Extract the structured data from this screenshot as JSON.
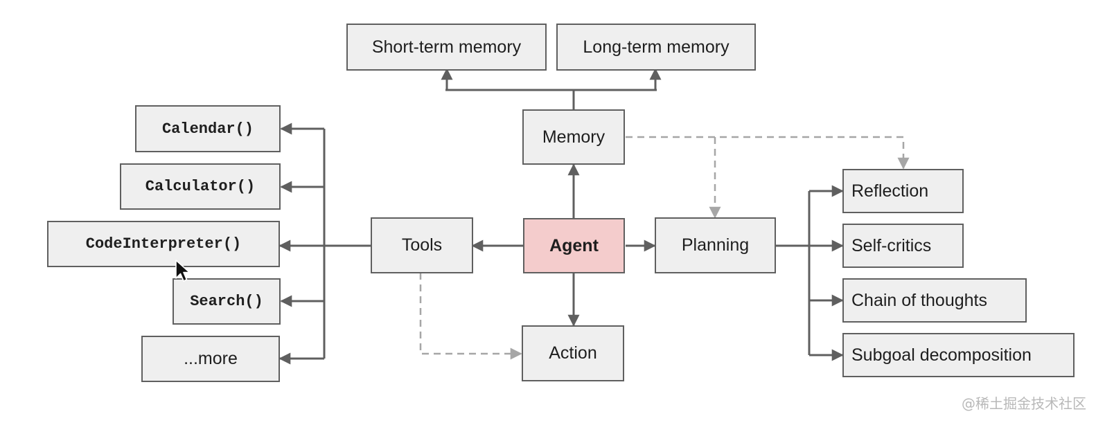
{
  "nodes": {
    "agent": "Agent",
    "tools": "Tools",
    "memory": "Memory",
    "planning": "Planning",
    "action": "Action",
    "short_term_memory": "Short-term memory",
    "long_term_memory": "Long-term memory",
    "calendar": "Calendar()",
    "calculator": "Calculator()",
    "code_interpreter": "CodeInterpreter()",
    "search": "Search()",
    "more": "...more",
    "reflection": "Reflection",
    "self_critics": "Self-critics",
    "chain_of_thoughts": "Chain of thoughts",
    "subgoal_decomposition": "Subgoal decomposition"
  },
  "edges": [
    {
      "from": "Agent",
      "to": "Tools",
      "style": "solid"
    },
    {
      "from": "Agent",
      "to": "Memory",
      "style": "solid"
    },
    {
      "from": "Agent",
      "to": "Planning",
      "style": "solid"
    },
    {
      "from": "Agent",
      "to": "Action",
      "style": "solid"
    },
    {
      "from": "Memory",
      "to": "Short-term memory",
      "style": "solid"
    },
    {
      "from": "Memory",
      "to": "Long-term memory",
      "style": "solid"
    },
    {
      "from": "Tools",
      "to": "Calendar()",
      "style": "solid"
    },
    {
      "from": "Tools",
      "to": "Calculator()",
      "style": "solid"
    },
    {
      "from": "Tools",
      "to": "CodeInterpreter()",
      "style": "solid"
    },
    {
      "from": "Tools",
      "to": "Search()",
      "style": "solid"
    },
    {
      "from": "Tools",
      "to": "...more",
      "style": "solid"
    },
    {
      "from": "Planning",
      "to": "Reflection",
      "style": "solid"
    },
    {
      "from": "Planning",
      "to": "Self-critics",
      "style": "solid"
    },
    {
      "from": "Planning",
      "to": "Chain of thoughts",
      "style": "solid"
    },
    {
      "from": "Planning",
      "to": "Subgoal decomposition",
      "style": "solid"
    },
    {
      "from": "Memory",
      "to": "Planning",
      "style": "dashed"
    },
    {
      "from": "Memory",
      "to": "Reflection",
      "style": "dashed"
    },
    {
      "from": "Tools",
      "to": "Action",
      "style": "dashed"
    }
  ],
  "colors": {
    "node_fill": "#efefef",
    "agent_fill": "#f4cccc",
    "border": "#5f5f5f",
    "solid_arrow": "#5f5f5f",
    "dashed_arrow": "#a6a6a6"
  },
  "watermark": "@稀土掘金技术社区"
}
